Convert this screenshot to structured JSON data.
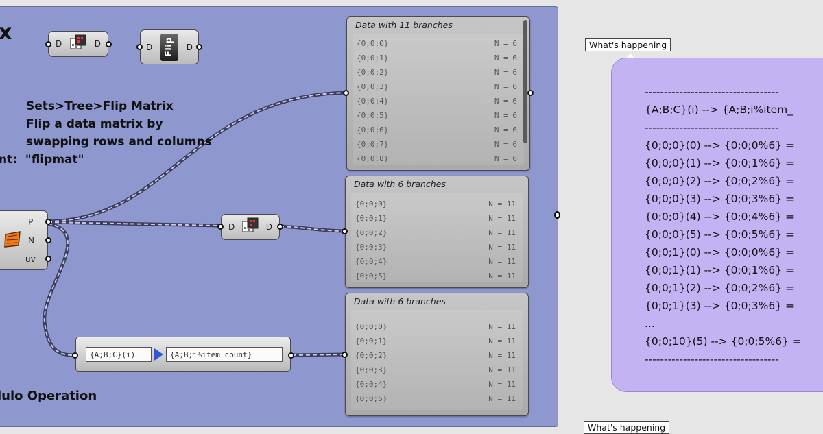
{
  "canvas": {
    "title_fragment": "x",
    "notes": {
      "flip_description": [
        "Sets>Tree>Flip Matrix",
        "Flip a data matrix by",
        "swapping rows and columns",
        "nt:  \"flipmat\""
      ],
      "modulo_title": "lulo Operation"
    },
    "components": {
      "flip_top_left": {
        "in_label": "D",
        "out_label": "D"
      },
      "flip_named": {
        "in_label": "D",
        "out_label": "D",
        "icon_text": "Flip"
      },
      "flip_middle": {
        "in_label": "D",
        "out_label": "D"
      },
      "pattern": {
        "outputs": [
          "P",
          "N",
          "uv"
        ]
      },
      "expression": {
        "input": "{A;B;C}(i)",
        "output": "{A;B;i%item_count}"
      }
    },
    "panels": [
      {
        "title": "Data with 11 branches",
        "rows": [
          {
            "path": "{0;0;0}",
            "count": "N = 6"
          },
          {
            "path": "{0;0;1}",
            "count": "N = 6"
          },
          {
            "path": "{0;0;2}",
            "count": "N = 6"
          },
          {
            "path": "{0;0;3}",
            "count": "N = 6"
          },
          {
            "path": "{0;0;4}",
            "count": "N = 6"
          },
          {
            "path": "{0;0;5}",
            "count": "N = 6"
          },
          {
            "path": "{0;0;6}",
            "count": "N = 6"
          },
          {
            "path": "{0;0;7}",
            "count": "N = 6"
          },
          {
            "path": "{0;0;8}",
            "count": "N = 6"
          }
        ]
      },
      {
        "title": "Data with 6 branches",
        "rows": [
          {
            "path": "{0;0;0}",
            "count": "N = 11"
          },
          {
            "path": "{0;0;1}",
            "count": "N = 11"
          },
          {
            "path": "{0;0;2}",
            "count": "N = 11"
          },
          {
            "path": "{0;0;3}",
            "count": "N = 11"
          },
          {
            "path": "{0;0;4}",
            "count": "N = 11"
          },
          {
            "path": "{0;0;5}",
            "count": "N = 11"
          }
        ]
      },
      {
        "title": "Data with 6 branches",
        "rows": [
          {
            "path": "{0;0;0}",
            "count": "N = 11"
          },
          {
            "path": "{0;0;1}",
            "count": "N = 11"
          },
          {
            "path": "{0;0;2}",
            "count": "N = 11"
          },
          {
            "path": "{0;0;3}",
            "count": "N = 11"
          },
          {
            "path": "{0;0;4}",
            "count": "N = 11"
          },
          {
            "path": "{0;0;5}",
            "count": "N = 11"
          }
        ]
      }
    ]
  },
  "sidebar": {
    "tag_label": "What's happening",
    "tag_label_bottom": "What's happening",
    "lines": [
      "-----------------------------------",
      "{A;B;C}(i) --> {A;B;i%item_",
      "-----------------------------------",
      "{0;0;0}(0) --> {0;0;0%6} =",
      "{0;0;0}(1) --> {0;0;1%6} =",
      "{0;0;0}(2) --> {0;0;2%6} =",
      "{0;0;0}(3) --> {0;0;3%6} =",
      "{0;0;0}(4) --> {0;0;4%6} =",
      "{0;0;0}(5) --> {0;0;5%6} =",
      "{0;0;1}(0) --> {0;0;0%6} =",
      "{0;0;1}(1) --> {0;0;1%6} =",
      "{0;0;1}(2) --> {0;0;2%6} =",
      "{0;0;1}(3) --> {0;0;3%6} =",
      "...",
      "{0;0;10}(5) --> {0;0;5%6} =",
      "-----------------------------------"
    ]
  },
  "colors": {
    "group_bg": "#8f97cf",
    "bubble_bg": "#c4b3f3",
    "canvas_bg": "#e6e6e6",
    "wire": "#3d3d5c",
    "arrow": "#2f57d6",
    "pattern_icon": "#f07a1e"
  }
}
